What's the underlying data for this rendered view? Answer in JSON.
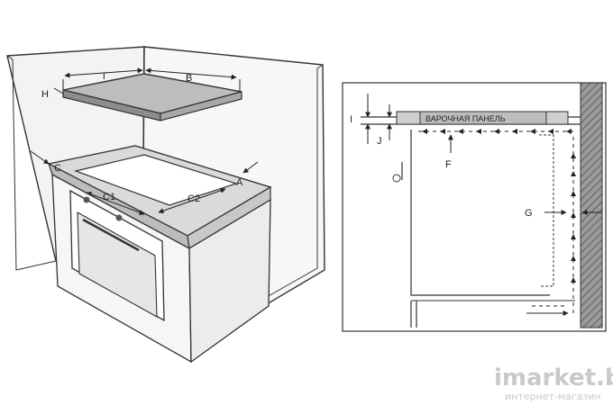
{
  "left_diagram": {
    "labels": {
      "T": "T",
      "B": "B",
      "H": "H",
      "C": "C",
      "A": "A",
      "C1": "C1",
      "C2": "C2"
    }
  },
  "right_diagram": {
    "labels": {
      "I": "I",
      "J": "J",
      "F": "F",
      "G": "G"
    },
    "hob_label": "ВАРОЧНАЯ ПАНЕЛЬ"
  },
  "watermark": {
    "brand": "imarket.by",
    "tagline": "интернет-магазин"
  },
  "colors": {
    "line": "#333333",
    "wall_fill": "#f0f0f0",
    "worktop_fill": "#d9d9d9",
    "hob_fill": "#bfbfbf",
    "hatch": "#888888",
    "watermark": "#c9c9c9"
  }
}
